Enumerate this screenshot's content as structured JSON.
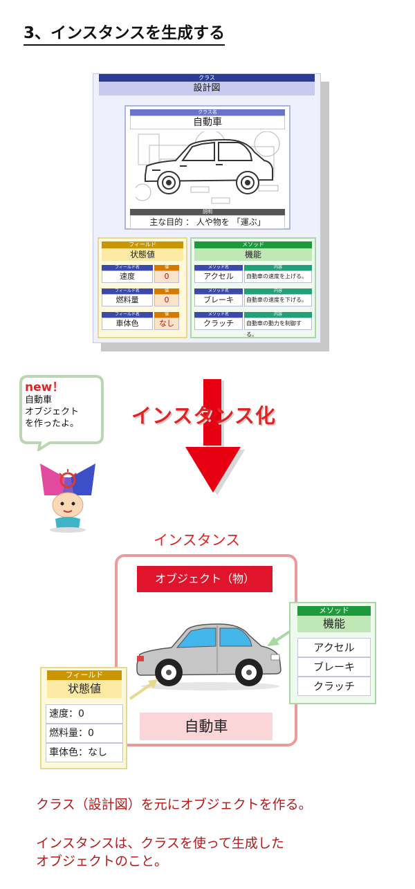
{
  "heading": "3、インスタンスを生成する",
  "class_card": {
    "header": "クラス",
    "subheader": "設計図",
    "name_header": "クラス名",
    "name_value": "自動車",
    "desc_header": "説明",
    "desc_value": "主な目的 ： 人や物を 「運ぶ」",
    "field_section": {
      "header": "フィールド",
      "subheader": "状態値",
      "name_label": "フィールド名",
      "value_label": "値",
      "rows": [
        {
          "name": "速度",
          "value": "0"
        },
        {
          "name": "燃料量",
          "value": "0"
        },
        {
          "name": "車体色",
          "value": "なし"
        }
      ]
    },
    "method_section": {
      "header": "メソッド",
      "subheader": "機能",
      "name_label": "メソッド名",
      "content_label": "内容",
      "rows": [
        {
          "name": "アクセル",
          "content": "自動車の速度を上げる。"
        },
        {
          "name": "ブレーキ",
          "content": "自動車の速度を下げる。"
        },
        {
          "name": "クラッチ",
          "content": "自動車の動力を制御する。"
        }
      ]
    }
  },
  "instantiation_label": "インスタンス化",
  "bubble": {
    "line1": "new！",
    "line2": "自動車",
    "line3": "オブジェクト",
    "line4": "を作ったよ。"
  },
  "instance": {
    "title": "インスタンス",
    "object_label": "オブジェクト（物）",
    "car_name": "自動車",
    "method_panel": {
      "header": "メソッド",
      "subheader": "機能",
      "items": [
        "アクセル",
        "ブレーキ",
        "クラッチ"
      ]
    },
    "field_panel": {
      "header": "フィールド",
      "subheader": "状態値",
      "items": [
        "速度：0",
        "燃料量：0",
        "車体色：なし"
      ]
    }
  },
  "footer": {
    "line1": "クラス（設計図）を元にオブジェクトを作る。",
    "line2": "インスタンスは、クラスを使って生成した",
    "line3": "オブジェクトのこと。"
  },
  "colors": {
    "class_header": "#2b3a94",
    "field_accent": "#c99500",
    "method_accent": "#1c9a3c",
    "instance_red": "#e02424",
    "frame_pink": "#ee9a9a"
  }
}
